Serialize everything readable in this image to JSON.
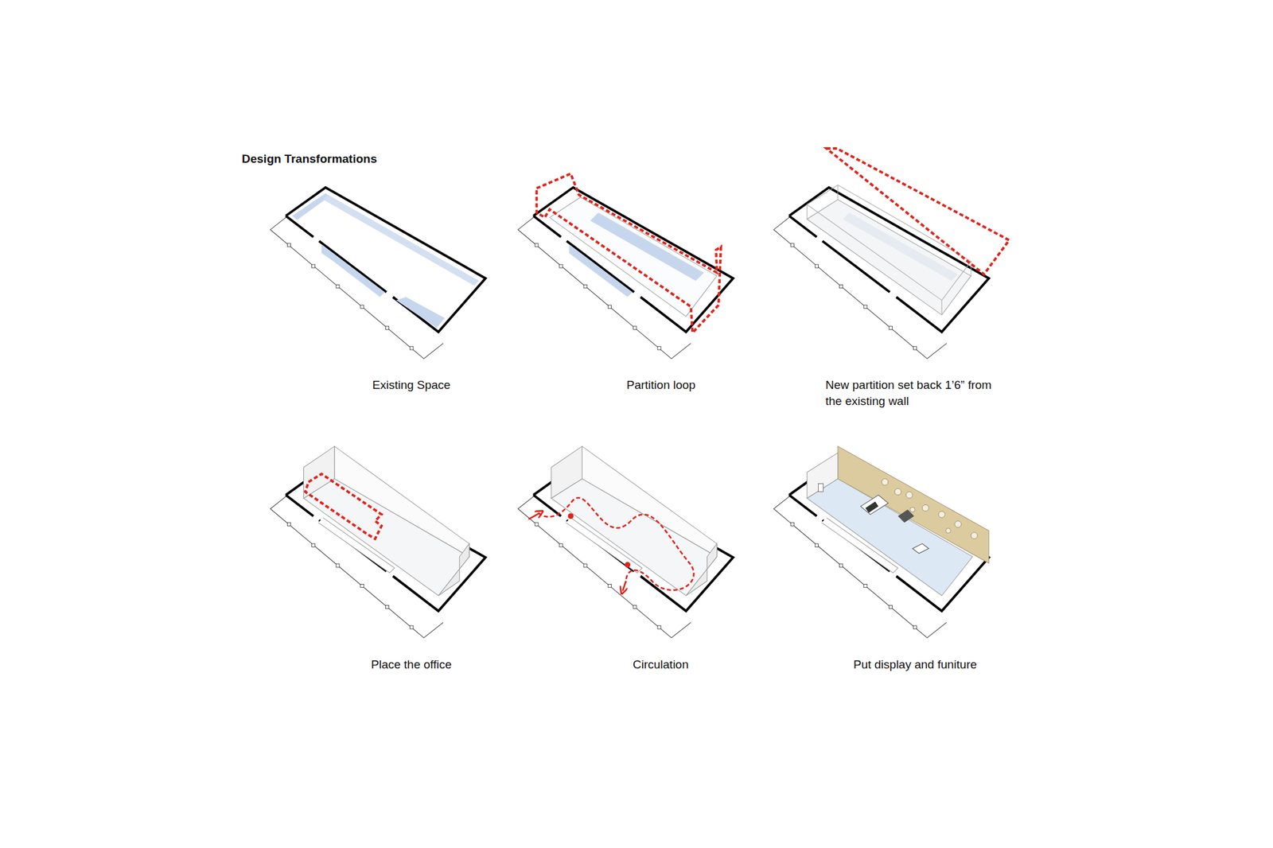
{
  "diagram": {
    "title": "Design Transformations",
    "labels": [
      "Existing Space",
      "Partition loop",
      "New partition set back 1’6” from the existing wall",
      "Place the office",
      "Circulation",
      "Put display and funiture"
    ]
  }
}
